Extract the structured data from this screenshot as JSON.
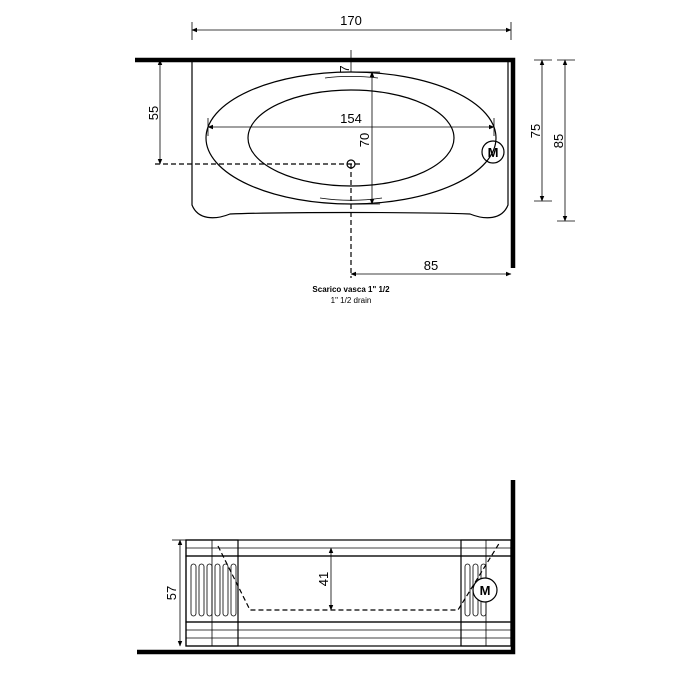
{
  "top_view": {
    "dimensions": {
      "total_length": "170",
      "inner_length": "154",
      "wall_to_drain": "55",
      "inner_width": "70",
      "rim_offset": "7",
      "body_width": "75",
      "total_width": "85",
      "drain_to_wall": "85"
    },
    "motor_label": "M",
    "drain_label_it": "Scarico vasca 1\" 1/2",
    "drain_label_en": "1\" 1/2  drain"
  },
  "side_view": {
    "dimensions": {
      "total_height": "57",
      "depth": "41"
    },
    "motor_label": "M"
  },
  "colors": {
    "line": "#000000",
    "background": "#ffffff"
  }
}
